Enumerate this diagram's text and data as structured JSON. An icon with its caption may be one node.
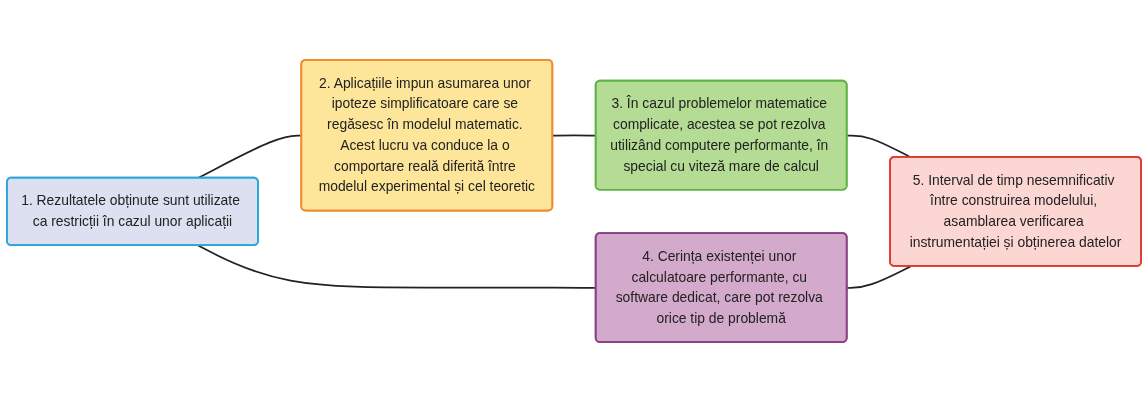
{
  "diagram": {
    "nodes": [
      {
        "text": [
          "1. Rezultatele obținute sunt utilizate ca restricții în cazul unor aplicații"
        ]
      },
      {
        "text": [
          "2. Aplicațiile impun asumarea unor ipoteze simplificatoare care se regăsesc în modelul matematic. Acest lucru va conduce la o comportare reală diferită între modelul experimental și cel teoretic"
        ]
      },
      {
        "text": [
          "3. În cazul problemelor matematice complicate, acestea se pot rezolva utilizând computere performante, în special cu viteză mare de calcul"
        ]
      },
      {
        "text": [
          "4. Cerința existenței unor calculatoare performante, cu software dedicat, care pot rezolva orice tip de problemă"
        ]
      },
      {
        "text": [
          "5. Interval de timp nesemnificativ între construirea modelului, asamblarea verificarea instrumentației și obținerea datelor"
        ]
      }
    ],
    "edges": [
      {
        "from": 0,
        "to": 1,
        "arrow": "none"
      },
      {
        "from": 1,
        "to": 2,
        "arrow": "none"
      },
      {
        "from": 0,
        "to": 3,
        "arrow": "none"
      },
      {
        "from": 2,
        "to": 4,
        "arrow": "none"
      },
      {
        "from": 3,
        "to": 4,
        "arrow": "none"
      }
    ]
  }
}
